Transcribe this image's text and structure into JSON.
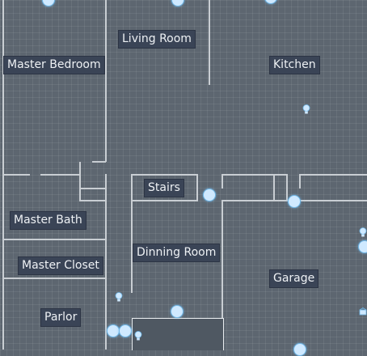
{
  "floorplan": {
    "rooms": {
      "living_room": "Living Room",
      "master_bedroom": "Master Bedroom",
      "kitchen": "Kitchen",
      "stairs": "Stairs",
      "master_bath": "Master Bath",
      "master_closet": "Master Closet",
      "dinning_room": "Dinning Room",
      "garage": "Garage",
      "parlor": "Parlor"
    },
    "colors": {
      "background": "#5d6670",
      "wall": "#c9ced3",
      "label_bg": "#3a4456",
      "device": "#cfe9ff"
    },
    "icons": {
      "device": "device-dot-icon",
      "light": "lightbulb-icon",
      "sensor": "sensor-icon"
    }
  }
}
